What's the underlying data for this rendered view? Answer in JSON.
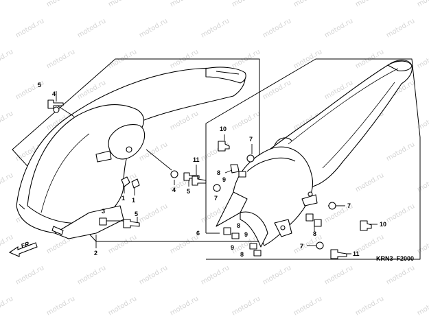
{
  "watermark": {
    "text": "motod.ru"
  },
  "diagram_code": "KRN3–F2000",
  "direction_label": "FR.",
  "colors": {
    "line": "#000000",
    "fill": "#ffffff",
    "watermark": "#d4d4d4"
  },
  "callouts": {
    "rear_5_top": "5",
    "rear_4_top": "4",
    "rear_1_a": "1",
    "rear_1_b": "1",
    "rear_4_mid": "4",
    "rear_5_mid": "5",
    "rear_3": "3",
    "rear_5_low": "5",
    "rear_2": "2",
    "f_10_top": "10",
    "f_7_top": "7",
    "f_11_top": "11",
    "f_8_top": "8",
    "f_9_top": "9",
    "f_7_left": "7",
    "f_6": "6",
    "f_8_mid": "8",
    "f_9_mid": "9",
    "f_9_low": "9",
    "f_8_low": "8",
    "f_7_right": "7",
    "f_10_right": "10",
    "f_8_right": "8",
    "f_7_low": "7",
    "f_11_low": "11"
  }
}
